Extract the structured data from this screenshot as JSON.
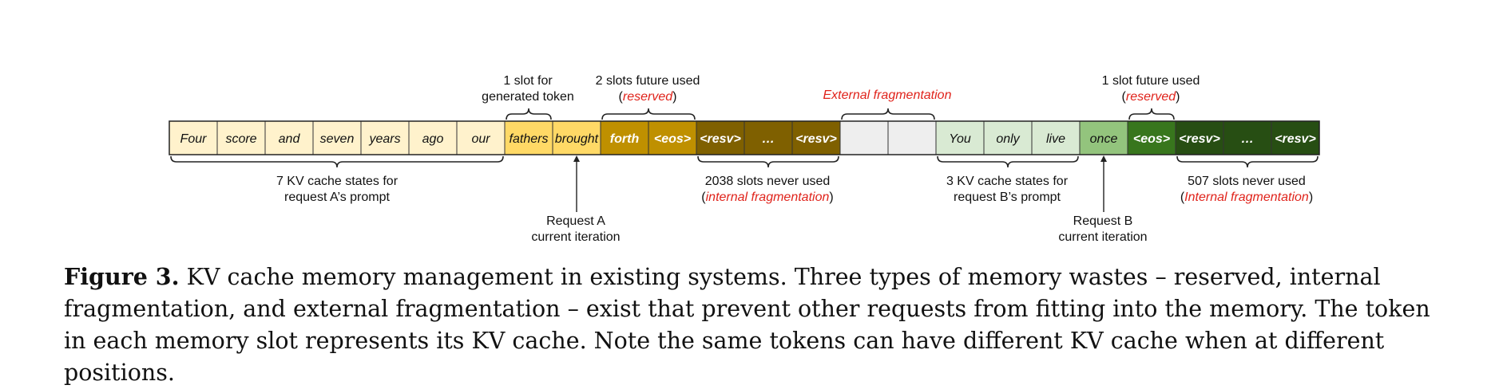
{
  "slots": [
    {
      "text": "Four",
      "fill": "#fff2cc",
      "color": "#111111"
    },
    {
      "text": "score",
      "fill": "#fff2cc",
      "color": "#111111"
    },
    {
      "text": "and",
      "fill": "#fff2cc",
      "color": "#111111"
    },
    {
      "text": "seven",
      "fill": "#fff2cc",
      "color": "#111111"
    },
    {
      "text": "years",
      "fill": "#fff2cc",
      "color": "#111111"
    },
    {
      "text": "ago",
      "fill": "#fff2cc",
      "color": "#111111"
    },
    {
      "text": "our",
      "fill": "#fff2cc",
      "color": "#111111"
    },
    {
      "text": "fathers",
      "fill": "#ffd966",
      "color": "#111111"
    },
    {
      "text": "brought",
      "fill": "#ffd966",
      "color": "#111111"
    },
    {
      "text": "forth",
      "fill": "#bf9000",
      "color": "#ffffff"
    },
    {
      "text": "<eos>",
      "fill": "#bf9000",
      "color": "#ffffff"
    },
    {
      "text": "<resv>",
      "fill": "#7f6000",
      "color": "#ffffff"
    },
    {
      "text": "…",
      "fill": "#7f6000",
      "color": "#ffffff"
    },
    {
      "text": "<resv>",
      "fill": "#7f6000",
      "color": "#ffffff"
    },
    {
      "text": "",
      "fill": "#eeeeee",
      "color": "#111111"
    },
    {
      "text": "",
      "fill": "#eeeeee",
      "color": "#111111"
    },
    {
      "text": "You",
      "fill": "#d9ead3",
      "color": "#111111"
    },
    {
      "text": "only",
      "fill": "#d9ead3",
      "color": "#111111"
    },
    {
      "text": "live",
      "fill": "#d9ead3",
      "color": "#111111"
    },
    {
      "text": "once",
      "fill": "#93c47d",
      "color": "#111111"
    },
    {
      "text": "<eos>",
      "fill": "#38761d",
      "color": "#ffffff"
    },
    {
      "text": "<resv>",
      "fill": "#274e13",
      "color": "#ffffff"
    },
    {
      "text": "…",
      "fill": "#274e13",
      "color": "#ffffff"
    },
    {
      "text": "<resv>",
      "fill": "#274e13",
      "color": "#ffffff"
    }
  ],
  "annotations": {
    "gen_slot": [
      "1 slot for",
      "generated token"
    ],
    "future_a": [
      "2 slots future used",
      [
        "(",
        "reserved",
        ")"
      ]
    ],
    "external": "External fragmentation",
    "future_b": [
      "1 slot future used",
      [
        "(",
        "reserved",
        ")"
      ]
    ],
    "prompt_a": [
      "7 KV cache states for",
      "request A’s prompt"
    ],
    "never_a": [
      "2038 slots never used",
      [
        "(",
        "internal fragmentation",
        ")"
      ]
    ],
    "prompt_b": [
      "3 KV cache states for",
      "request B’s prompt"
    ],
    "never_b": [
      "507 slots never used",
      [
        "(",
        "Internal fragmentation",
        ")"
      ]
    ],
    "req_a": [
      "Request A",
      "current iteration"
    ],
    "req_b": [
      "Request B",
      "current iteration"
    ]
  },
  "colors": {
    "accent_red": "#e0231b"
  },
  "caption": {
    "label": "Figure 3.",
    "text": " KV cache memory management in existing systems. Three types of memory wastes – reserved, internal fragmentation, and external fragmentation – exist that prevent other requests from fitting into the memory. The token in each memory slot represents its KV cache. Note the same tokens can have different KV cache when at different positions."
  }
}
